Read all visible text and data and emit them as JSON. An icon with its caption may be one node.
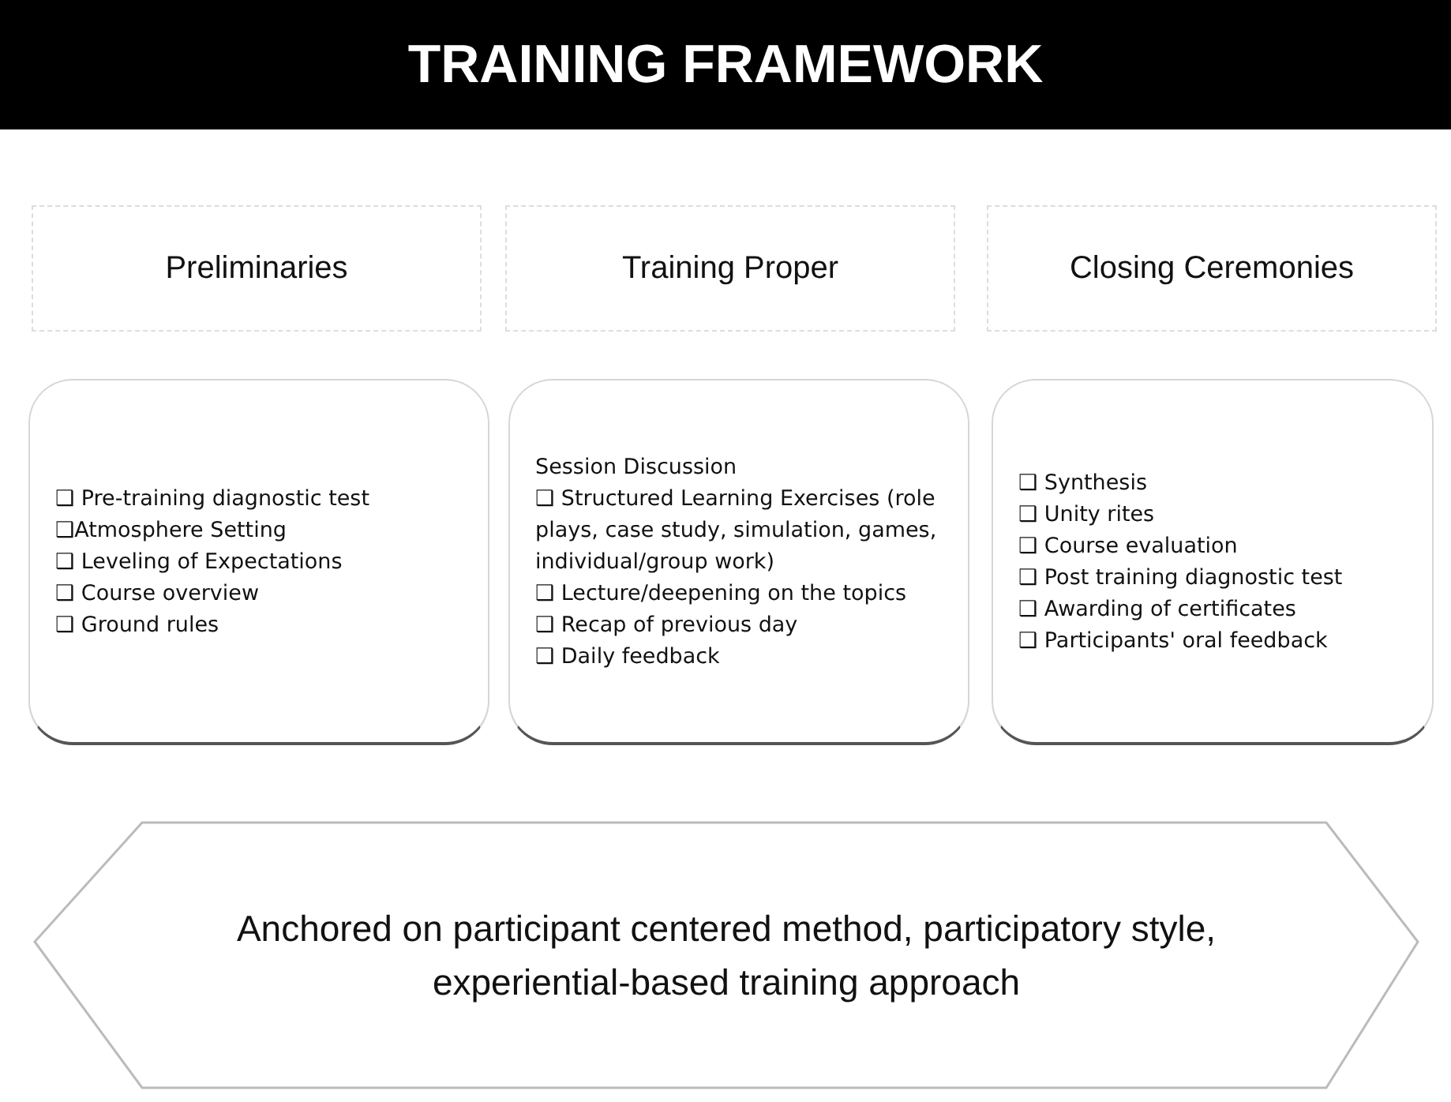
{
  "diagram": {
    "title": "TRAINING FRAMEWORK",
    "nodes": [
      {
        "text": [
          "Preliminaries"
        ]
      },
      {
        "text": [
          "Training Proper"
        ]
      },
      {
        "text": [
          "Closing Ceremonies"
        ]
      },
      {
        "text": [
          "❑ Pre-training diagnostic test",
          "❑Atmosphere Setting",
          "❑ Leveling of Expectations",
          "❑ Course overview",
          "❑ Ground rules"
        ]
      },
      {
        "text": [
          "Session Discussion",
          "❑ Structured Learning Exercises (role plays, case study, simulation, games, individual/group work)",
          "❑ Lecture/deepening on the topics",
          "❑ Recap of previous day",
          "❑ Daily feedback"
        ]
      },
      {
        "text": [
          "❑ Synthesis",
          "❑ Unity rites",
          "❑ Course evaluation",
          "❑ Post training diagnostic test",
          "❑ Awarding of certificates",
          "❑ Participants' oral feedback"
        ]
      },
      {
        "text": [
          "Anchored on participant centered method, participatory style, experiential-based training approach"
        ]
      }
    ],
    "edges": []
  }
}
